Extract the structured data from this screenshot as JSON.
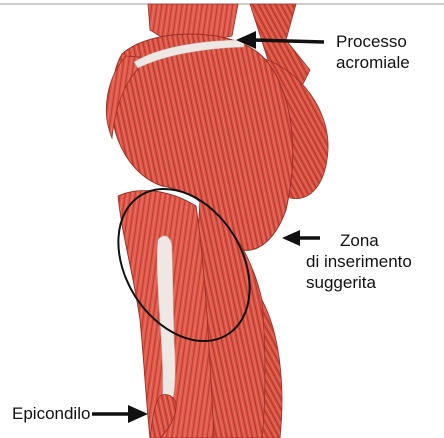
{
  "labels": {
    "acromion": [
      "Processo",
      "acromiale"
    ],
    "insertion": [
      "Zona",
      "di inserimento",
      "suggerita"
    ],
    "epicondyle": "Epicondilo"
  },
  "colors": {
    "muscle": "#e0594a",
    "muscle_dark": "#b83a30",
    "muscle_light": "#f08a78",
    "tendon": "#efe7e3",
    "outline": "#111111",
    "arrow": "#111111"
  }
}
